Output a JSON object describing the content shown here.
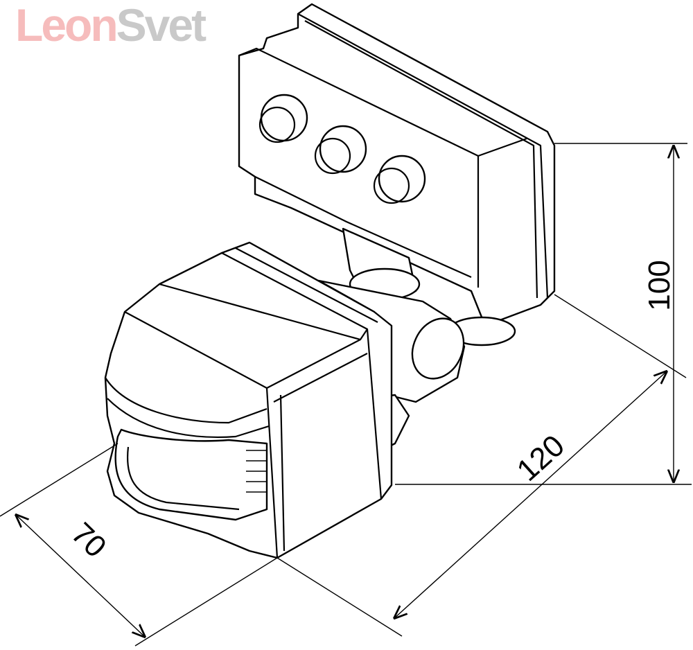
{
  "logo": {
    "part1": "Leon",
    "part2": "Svet",
    "colors": {
      "part1": "#f6bcbc",
      "part2": "#c9c9c9"
    }
  },
  "dimensions": {
    "height": "100",
    "length": "120",
    "width": "70"
  }
}
